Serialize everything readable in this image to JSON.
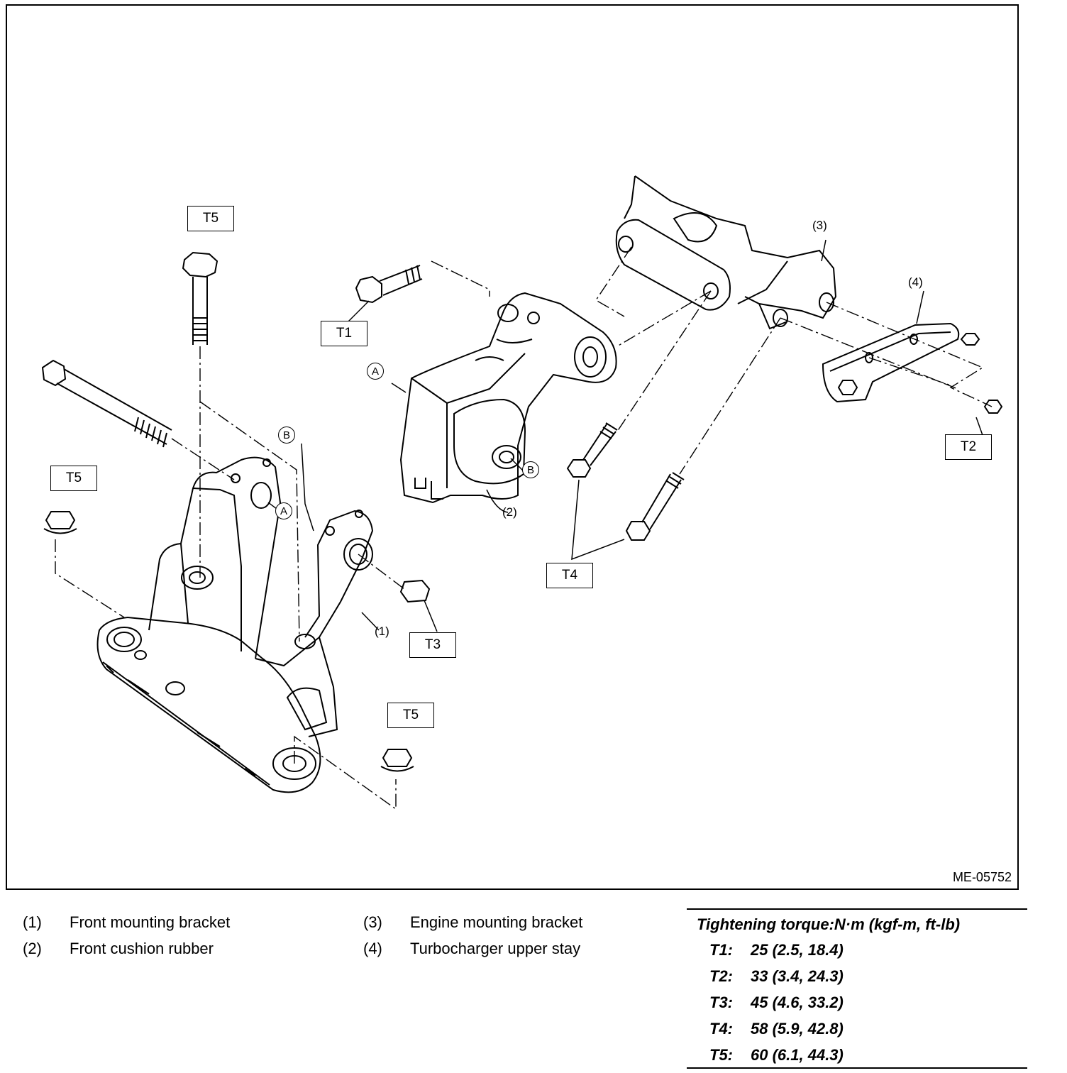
{
  "figure": {
    "id": "ME-05752",
    "callouts": {
      "t5_top": "T5",
      "t5_left": "T5",
      "t5_bottom": "T5",
      "t1": "T1",
      "t2": "T2",
      "t3": "T3",
      "t4": "T4"
    },
    "part_numbers": {
      "p1": "(1)",
      "p2": "(2)",
      "p3": "(3)",
      "p4": "(4)"
    },
    "reference_marks": {
      "a1": "A",
      "a2": "A",
      "b1": "B",
      "b2": "B"
    }
  },
  "legend": [
    {
      "num": "(1)",
      "label": "Front mounting bracket"
    },
    {
      "num": "(2)",
      "label": "Front cushion rubber"
    },
    {
      "num": "(3)",
      "label": "Engine mounting bracket"
    },
    {
      "num": "(4)",
      "label": "Turbocharger upper stay"
    }
  ],
  "torque": {
    "heading": "Tightening torque:N·m (kgf-m, ft-lb)",
    "rows": [
      {
        "key": "T1:",
        "value": "25 (2.5, 18.4)"
      },
      {
        "key": "T2:",
        "value": "33 (3.4, 24.3)"
      },
      {
        "key": "T3:",
        "value": "45 (4.6, 33.2)"
      },
      {
        "key": "T4:",
        "value": "58 (5.9, 42.8)"
      },
      {
        "key": "T5:",
        "value": "60 (6.1, 44.3)"
      }
    ]
  }
}
